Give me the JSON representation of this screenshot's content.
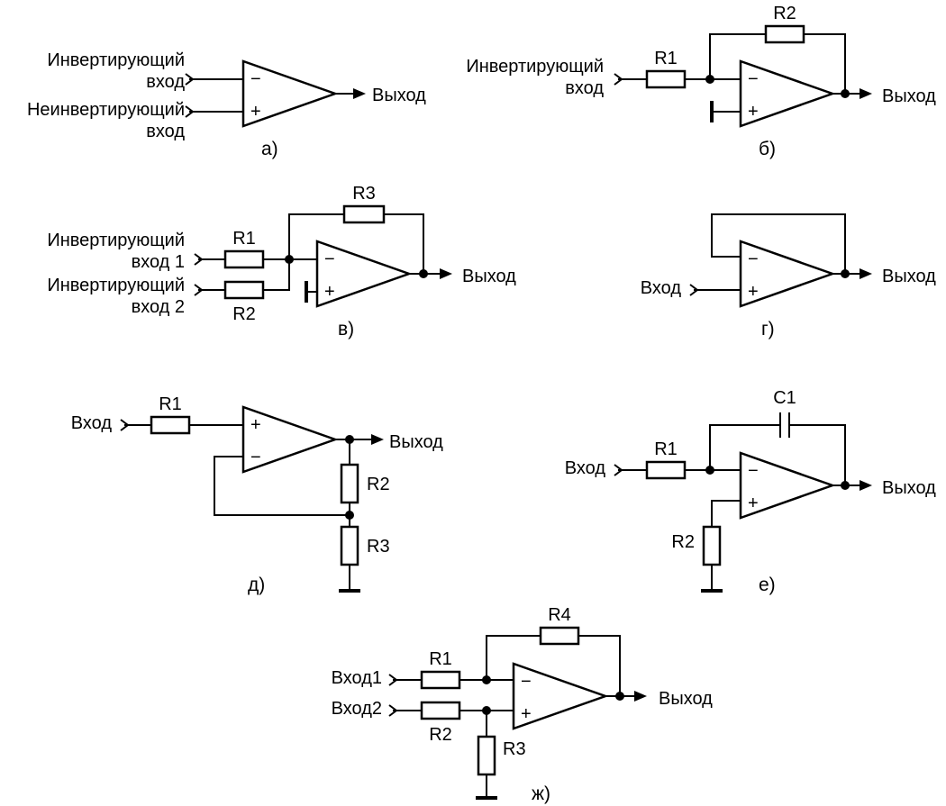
{
  "labels": {
    "inv_input": "Инвертирующий",
    "input_word": "вход",
    "noninv_input": "Неинвертирующий",
    "output": "Выход",
    "input": "Вход",
    "inv_input_1": "Инвертирующий",
    "input_1": "вход 1",
    "inv_input_2": "Инвертирующий",
    "input_2": "вход 2",
    "input1": "Вход1",
    "input2": "Вход2",
    "minus": "−",
    "plus": "+"
  },
  "components": {
    "r1": "R1",
    "r2": "R2",
    "r3": "R3",
    "r4": "R4",
    "c1": "C1"
  },
  "captions": {
    "a": "а)",
    "b": "б)",
    "v": "в)",
    "g": "г)",
    "d": "д)",
    "e": "е)",
    "zh": "ж)"
  }
}
